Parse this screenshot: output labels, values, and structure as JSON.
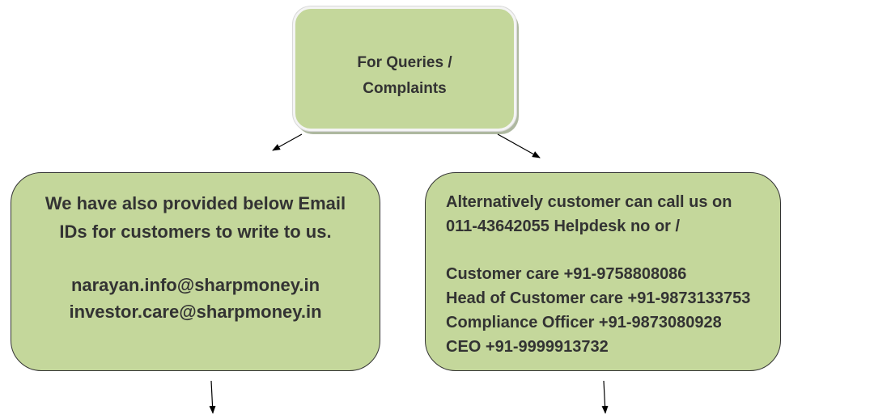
{
  "top_box": {
    "line1": "For Queries /",
    "line2": "Complaints"
  },
  "left_box": {
    "heading_line1": "We have also provided below Email",
    "heading_line2": "IDs for customers to write to us.",
    "emails": [
      "narayan.info@sharpmoney.in",
      "investor.care@sharpmoney.in"
    ]
  },
  "right_box": {
    "intro_line1": "Alternatively customer can call us on",
    "intro_line2": "011-43642055 Helpdesk no or /",
    "contacts": [
      "Customer care +91-9758808086",
      "Head of Customer care +91-9873133753",
      "Compliance Officer +91-9873080928",
      "CEO +91-9999913732"
    ]
  },
  "colors": {
    "box_fill": "#c4d79b",
    "text": "#333333"
  }
}
